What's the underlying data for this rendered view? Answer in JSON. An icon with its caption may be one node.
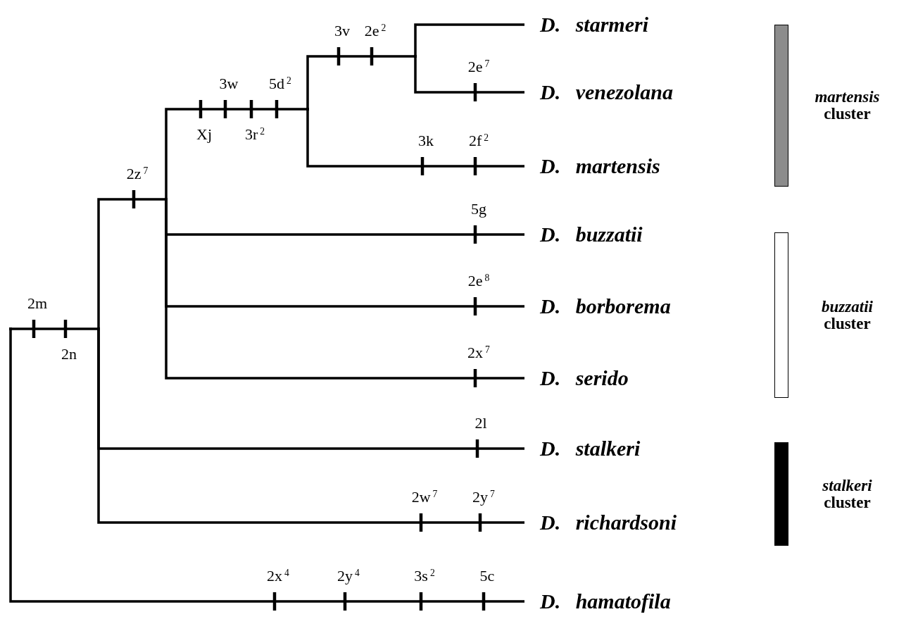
{
  "diagram": {
    "nodes": [
      {
        "text": [
          "D. starmeri"
        ]
      },
      {
        "text": [
          "D. venezolana"
        ]
      },
      {
        "text": [
          "D. martensis"
        ]
      },
      {
        "text": [
          "D. buzzatii"
        ]
      },
      {
        "text": [
          "D. borborema"
        ]
      },
      {
        "text": [
          "D. serido"
        ]
      },
      {
        "text": [
          "D. stalkeri"
        ]
      },
      {
        "text": [
          "D. richardsoni"
        ]
      },
      {
        "text": [
          "D. hamatofila"
        ]
      },
      {
        "text": [],
        "shape": "point"
      },
      {
        "text": [],
        "shape": "point"
      },
      {
        "text": [],
        "shape": "point"
      },
      {
        "text": [],
        "shape": "point"
      },
      {
        "text": [],
        "shape": "point"
      },
      {
        "text": [],
        "shape": "bar",
        "beside": [
          "*martensis* cluster"
        ]
      },
      {
        "text": [],
        "shape": "bar",
        "beside": [
          "*buzzatii* cluster"
        ]
      },
      {
        "text": [],
        "shape": "bar",
        "beside": [
          "*stalkeri* cluster"
        ]
      }
    ],
    "edges": [
      {
        "from": 9,
        "to": 10,
        "arrow": "none"
      },
      {
        "from": 9,
        "to": 8,
        "arrow": "none"
      },
      {
        "from": 10,
        "to": 11,
        "arrow": "none"
      },
      {
        "from": 10,
        "to": 6,
        "arrow": "none"
      },
      {
        "from": 10,
        "to": 7,
        "arrow": "none"
      },
      {
        "from": 11,
        "to": 12,
        "arrow": "none"
      },
      {
        "from": 11,
        "to": 3,
        "arrow": "none"
      },
      {
        "from": 11,
        "to": 4,
        "arrow": "none"
      },
      {
        "from": 11,
        "to": 5,
        "arrow": "none"
      },
      {
        "from": 12,
        "to": 13,
        "arrow": "none"
      },
      {
        "from": 12,
        "to": 2,
        "arrow": "none"
      },
      {
        "from": 13,
        "to": 0,
        "arrow": "none"
      },
      {
        "from": 13,
        "to": 1,
        "arrow": "none"
      }
    ],
    "labels": [
      "3v",
      "2e$^{2}$",
      "3w",
      "5d$^{2}$",
      "2e$^{7}$",
      "Xj",
      "3r$^{2}$",
      "3k",
      "2f$^{2}$",
      "2z$^{7}$",
      "5g",
      "2e$^{8}$",
      "2m",
      "2n",
      "2x$^{7}$",
      "2l",
      "2w$^{7}$",
      "2y$^{7}$",
      "2x$^{4}$",
      "2y$^{4}$",
      "3s$^{2}$",
      "5c"
    ]
  }
}
